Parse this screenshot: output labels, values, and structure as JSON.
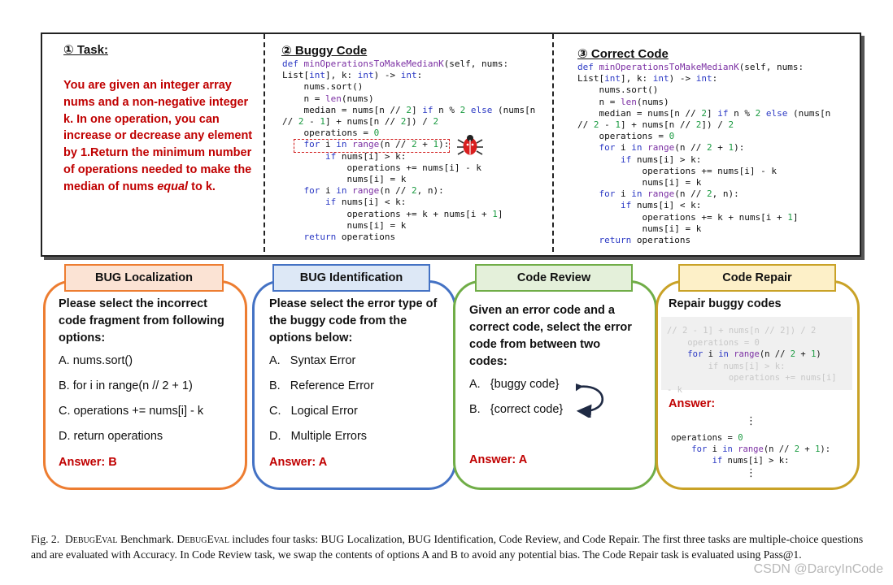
{
  "top": {
    "task": {
      "title": "① Task:",
      "text_pre": "You are given an integer array nums and a non-negative integer k. In one operation, you can increase or decrease any element by 1.Return the minimum number of operations needed to make the median of nums ",
      "text_em": "equal",
      "text_post": " to k."
    },
    "buggy": {
      "title": "② Buggy Code",
      "bug_icon": "bug-icon"
    },
    "correct": {
      "title": "③ Correct Code"
    }
  },
  "cards": [
    {
      "label": "BUG Localization",
      "question": "Please select the incorrect code fragment from following options:",
      "options": [
        "A. nums.sort()",
        "B. for i in range(n // 2 + 1)",
        "C. operations += nums[i] - k",
        "D. return operations"
      ],
      "answer": "Answer: B",
      "color": "#ed7d31",
      "label_bg": "#fbe3d4"
    },
    {
      "label": "BUG Identification",
      "question": "Please select the error type of the buggy code from the options below:",
      "options": [
        "A.   Syntax Error",
        "B.   Reference Error",
        "C.   Logical Error",
        "D.   Multiple Errors"
      ],
      "answer": "Answer: A",
      "color": "#4472c4",
      "label_bg": "#dde8f6"
    },
    {
      "label": "Code Review",
      "question": "Given an error code and a correct code, select the error code from between two codes:",
      "options": [
        "A.   {buggy code}",
        "B.   {correct code}"
      ],
      "answer": "Answer: A",
      "color": "#70ad47",
      "label_bg": "#e4f0da"
    },
    {
      "label": "Code Repair",
      "question": "Repair buggy codes",
      "answer": "Answer:",
      "color": "#c9a227",
      "label_bg": "#fdf0c8",
      "ellipsis": "⋮"
    }
  ],
  "caption": {
    "fig": "Fig. 2.",
    "name": "DebugEval",
    "text1": " Benchmark. ",
    "text2": " includes four tasks: BUG Localization, BUG Identification, Code Review, and Code Repair. The first three tasks are multiple-choice questions and are evaluated with Accuracy. In Code Review task, we swap the contents of options A and B to avoid any potential bias. The Code Repair task is evaluated using Pass@1."
  },
  "watermark": "CSDN @DarcyInCode"
}
